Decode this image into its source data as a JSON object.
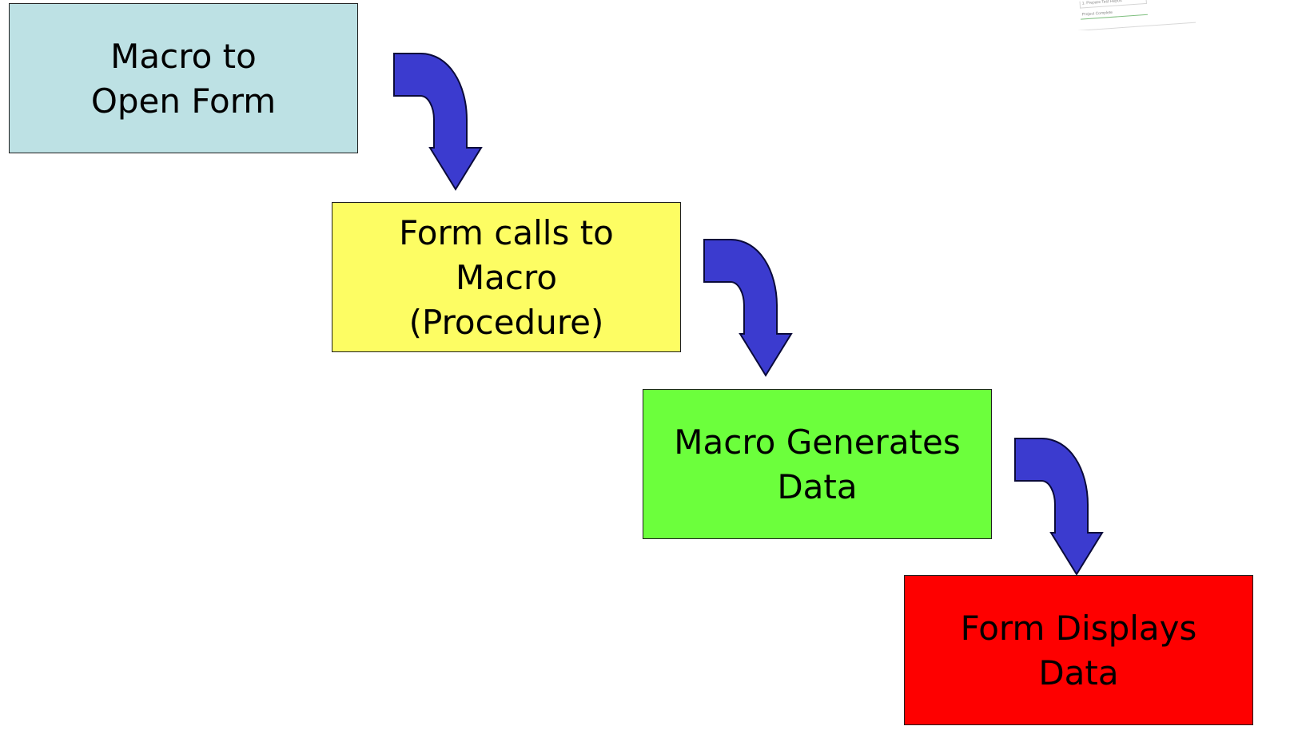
{
  "steps": [
    {
      "label": "Macro to\nOpen Form",
      "color": "#bde1e4"
    },
    {
      "label": "Form calls to\nMacro\n(Procedure)",
      "color": "#fdfd63"
    },
    {
      "label": "Macro Generates\nData",
      "color": "#6cff3c"
    },
    {
      "label": "Form Displays\nData",
      "color": "#fe0000"
    }
  ],
  "arrows": {
    "fill": "#3b3bcf",
    "stroke": "#0a0a3a"
  },
  "thumbnail": {
    "rows": [
      "1. Prepare Test Report",
      "Project Complete"
    ]
  }
}
